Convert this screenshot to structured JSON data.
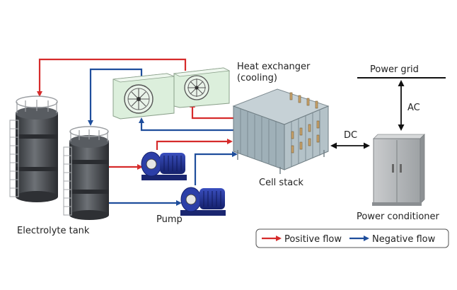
{
  "labels": {
    "heat_exchanger_line1": "Heat exchanger",
    "heat_exchanger_line2": "(cooling)",
    "power_grid": "Power grid",
    "ac": "AC",
    "dc": "DC",
    "cell_stack": "Cell stack",
    "electrolyte_tank": "Electrolyte tank",
    "pump": "Pump",
    "power_conditioner": "Power conditioner"
  },
  "legend": {
    "positive": "Positive flow",
    "negative": "Negative flow"
  },
  "colors": {
    "positive_flow": "#d62b2b",
    "negative_flow": "#1f4e9c",
    "tank_body": "#4a4d52",
    "pump_body": "#1f2f8a",
    "heat_exchanger": "#dcefdc",
    "cabinet": "#b9bcbe"
  }
}
